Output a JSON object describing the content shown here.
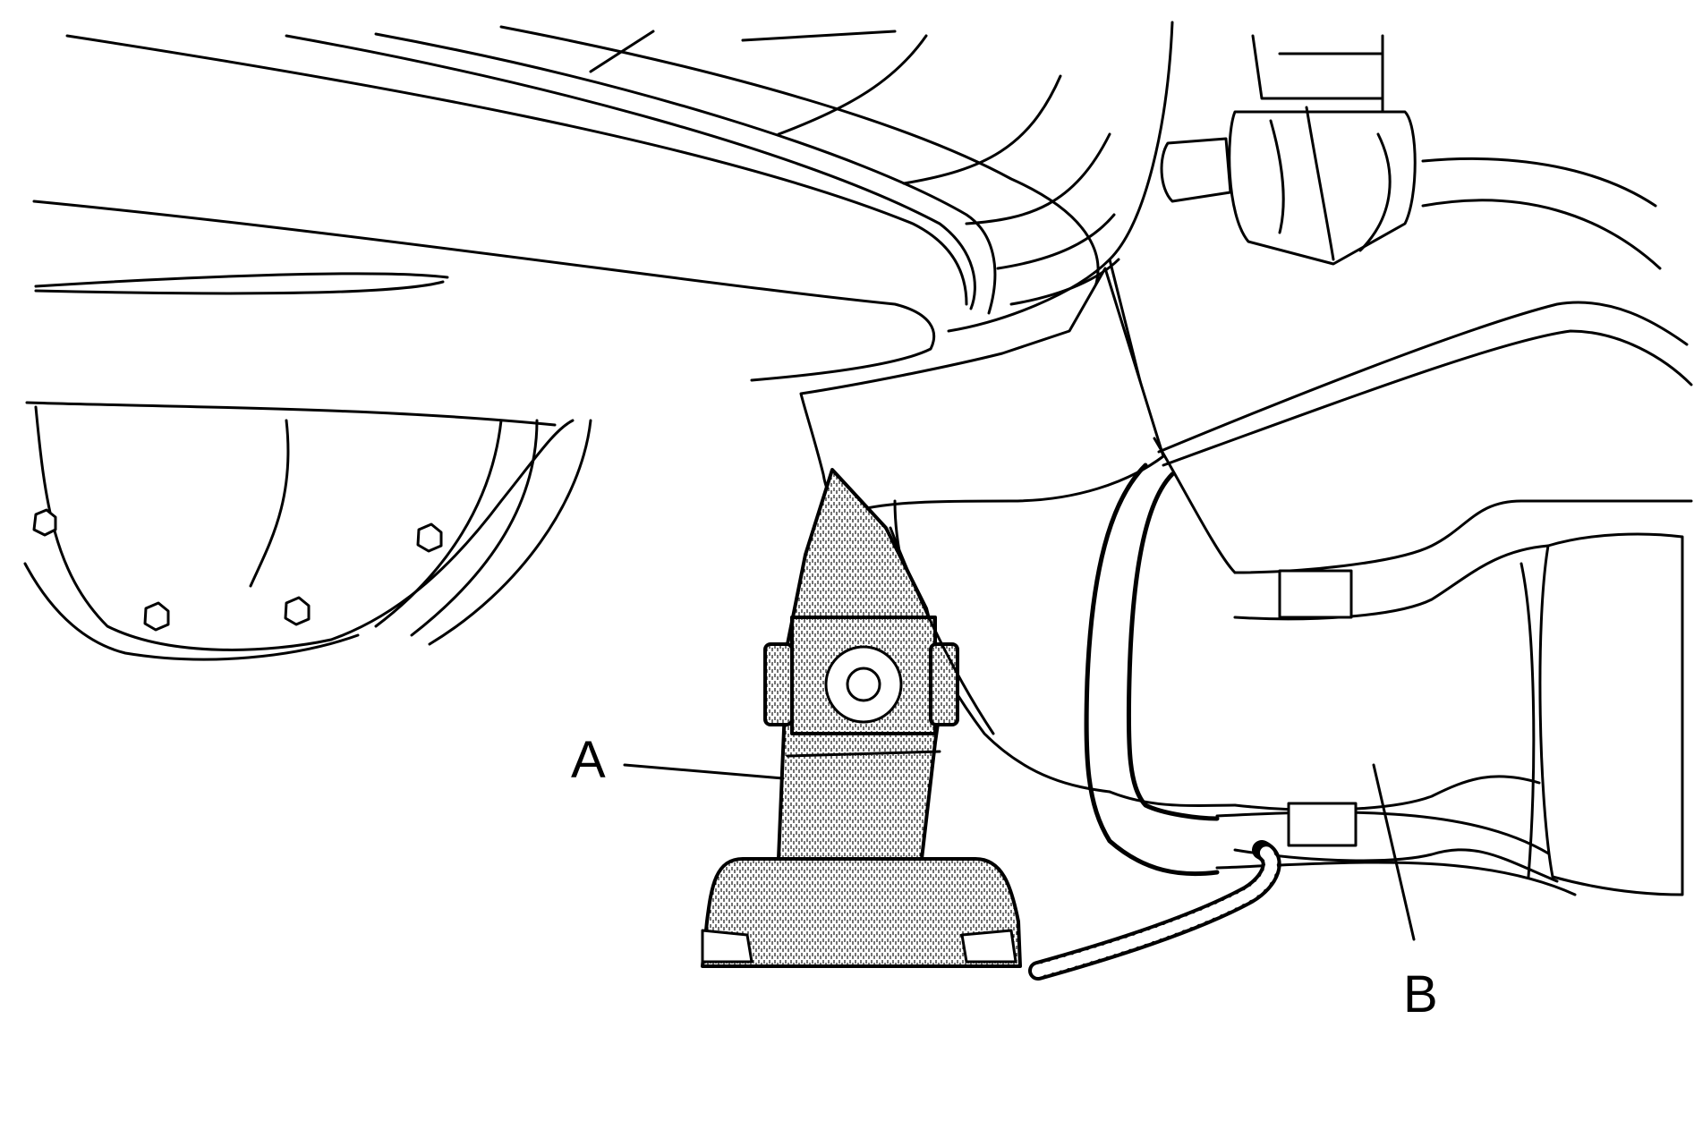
{
  "figure": {
    "callouts": [
      {
        "id": "A",
        "text": "A"
      },
      {
        "id": "B",
        "text": "B"
      }
    ]
  }
}
